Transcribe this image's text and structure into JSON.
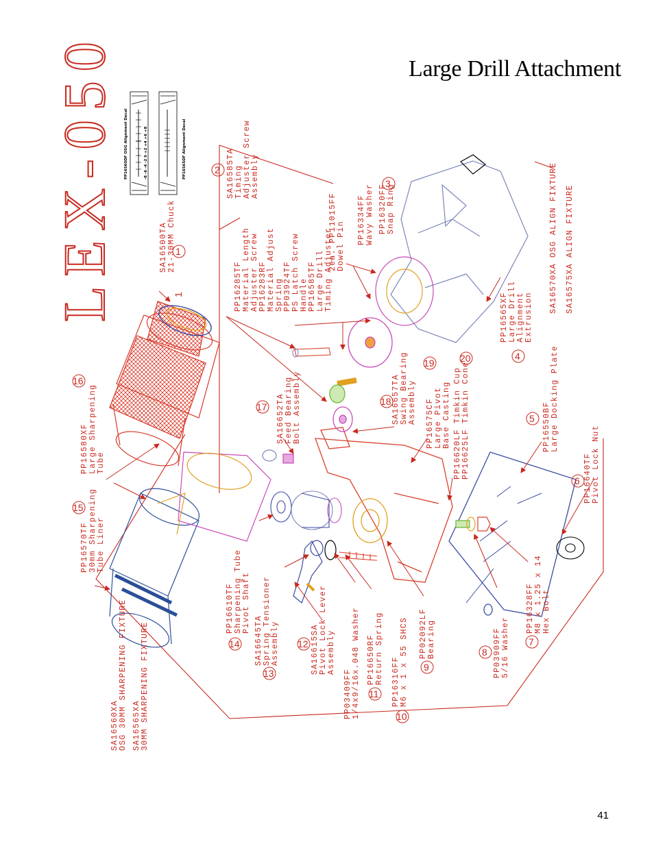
{
  "page": {
    "title": "Large Drill Attachment",
    "page_number": "41"
  },
  "brand": {
    "text": "LEX-050"
  },
  "decals": {
    "osg": {
      "label": "PP16560DF OSG Alignment Decal",
      "scale": "-8  -6  -4  -2  0  +2  +4  +6  +8"
    },
    "plain": {
      "label": "PP16565DF Alignment Decal"
    }
  },
  "labels": {
    "n1": {
      "num": "1",
      "lines": [
        "SA16500TA",
        "21-30MM Chuck"
      ]
    },
    "n2": {
      "num": "2",
      "lines": [
        "SA16585TA",
        "Timing",
        "Adjuster Screw",
        "Assembly"
      ]
    },
    "n3": {
      "num": "3",
      "lines": [
        "PP16320FF",
        "Snap Ring"
      ]
    },
    "wavy": {
      "lines": [
        "PP16334FF",
        "Wavy Washer"
      ]
    },
    "dowel": {
      "lines": [
        "2ea. PP11015FF",
        "Dowel Pin"
      ]
    },
    "mid": {
      "lines": [
        "PP16285TF",
        "Material Length",
        "Adjuster Screw",
        "PP16283RF",
        "Material Adjust",
        "Spring",
        "PP03924TF",
        "PS Latch Screw",
        "Handle",
        "PP16585TF",
        "Large Drill",
        "Timing Adjuster"
      ]
    },
    "n4": {
      "num": "4",
      "lines": [
        "PP16565XF",
        "Large Drill",
        "Alignment",
        "Extrusion"
      ]
    },
    "align": {
      "lines": [
        "SA16570XA OSG ALIGN FIXTURE",
        "SA16575XA ALIGN FIXTURE"
      ]
    },
    "n5": {
      "num": "5",
      "lines": [
        "PP16550BF",
        "Large Docking Plate"
      ]
    },
    "n6": {
      "num": "6",
      "lines": [
        "PP16640TF",
        "Pivot Lock Nut"
      ]
    },
    "n7": {
      "num": "7",
      "lines": [
        "PP16328FF",
        "M8 x 1.25 x 14",
        "Hex Bolt"
      ]
    },
    "n8": {
      "num": "8",
      "lines": [
        "PP03909FF",
        "5/16 Washer"
      ]
    },
    "n9": {
      "num": "9",
      "lines": [
        "PP02092LF",
        "Bearing"
      ]
    },
    "n10": {
      "num": "10",
      "lines": [
        "PP16316FF",
        "M6 x 1 x 55 SHCS"
      ]
    },
    "n11": {
      "num": "11",
      "lines": [
        "PP16650RF",
        "Return Spring"
      ]
    },
    "washer": {
      "lines": [
        "PP03409FF",
        "1/4x9/16x.048 Washer"
      ]
    },
    "n12": {
      "num": "12",
      "lines": [
        "SA16615SA",
        "Pivot Lock Lever",
        "Assembly"
      ]
    },
    "n13": {
      "num": "13",
      "lines": [
        "SA16645TA",
        "Spring Tensioner",
        "Assembly"
      ]
    },
    "n14": {
      "num": "14",
      "lines": [
        "PP16610TF",
        "Sharpening Tube",
        "Pivot Shaft"
      ]
    },
    "n15": {
      "num": "15",
      "lines": [
        "PP16570TF",
        "30mm Sharpening",
        "Tube Liner"
      ]
    },
    "n16": {
      "num": "16",
      "lines": [
        "PP16580XF",
        "Large Sharpening",
        "Tube"
      ]
    },
    "n17": {
      "num": "17",
      "lines": [
        "SA16652TA",
        "Feed Bearing",
        "Bolt Assembly"
      ]
    },
    "n18": {
      "num": "18",
      "lines": [
        "SA16657TA",
        "Swing Bearing",
        "Assembly"
      ]
    },
    "n19": {
      "num": "19",
      "lines": [
        "PP16575CF",
        "Large Pivot",
        "Base Casting"
      ]
    },
    "n20": {
      "num": "20",
      "lines": [
        "PP16620LF Timkin Cup",
        "PP16625LF Timkin Cone"
      ]
    },
    "fixture": {
      "lines": [
        "SA16560XA",
        "OSG 30MM SHARPENING FIXTURE",
        "SA16565XA",
        "30MM SHARPENING FIXTURE"
      ]
    }
  },
  "colors": {
    "callout": "#c8281e",
    "tube": "#d83a2a",
    "liner": "#2a4f9a",
    "casting": "#d8402a",
    "extrusion": "#7a86b8",
    "bearing": "#e0a020",
    "ring": "#b03ab8",
    "spring": "#66bb33",
    "plate": "#3a4aa0"
  }
}
